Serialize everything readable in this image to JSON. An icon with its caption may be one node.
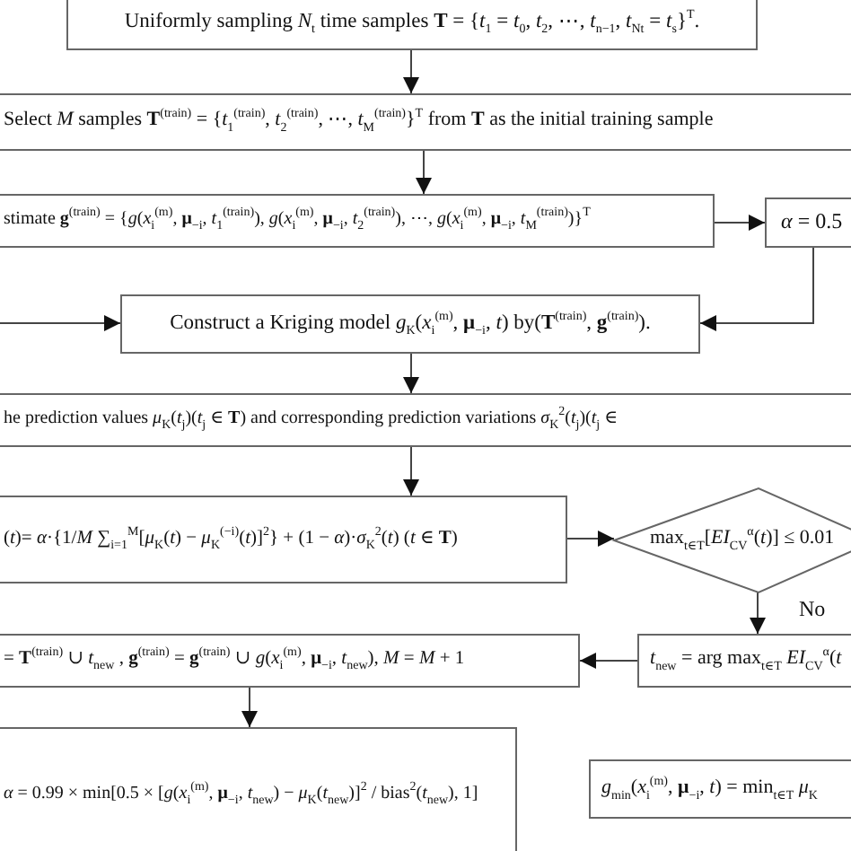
{
  "diagram": {
    "nodes": [
      {
        "text": [
          "Uniformly sampling *N*$_{t}$ time samples **T** = {*t*$_{1}$ = *t*$_{0}$, *t*$_{2}$, ⋯, *t*$_{n−1}$, *t*$_{Nt}$ = *t*$_{s}$}$^{T}$."
        ]
      },
      {
        "text": [
          "Select *M* samples **T**$^{(train)}$ = {*t*$_{1}$$^{(train)}$, *t*$_{2}$$^{(train)}$, ⋯, *t*$_{M}$$^{(train)}$}$^{T}$ from **T** as the initial training sample"
        ]
      },
      {
        "text": [
          "stimate **g**$^{(train)}$ = {*g*(*x*$_{i}$$^{(m)}$, **μ**$_{−i}$, *t*$_{1}$$^{(train)}$), *g*(*x*$_{i}$$^{(m)}$, **μ**$_{−i}$, *t*$_{2}$$^{(train)}$), ⋯, *g*(*x*$_{i}$$^{(m)}$, **μ**$_{−i}$, *t*$_{M}$$^{(train)}$)}$^{T}$"
        ]
      },
      {
        "text": [
          "*α* = 0.5"
        ]
      },
      {
        "text": [
          "Construct a Kriging model *g*$_{K}$(*x*$_{i}$$^{(m)}$, **μ**$_{−i}$, *t*) by(**T**$^{(train)}$, **g**$^{(train)}$)."
        ]
      },
      {
        "text": [
          "he prediction values *μ*$_{K}$(*t*$_{j}$)(*t*$_{j}$ ∈ **T**) and corresponding prediction variations *σ*$_{K}$$^{2}$(*t*$_{j}$)(*t*$_{j}$ ∈"
        ]
      },
      {
        "text": [
          "(*t*)= *α*·{1/*M* ∑$_{i=1}$$^{M}$[*μ*$_{K}$(*t*) − *μ*$_{K}$$^{(−i)}$(*t*)]$^{2}$} + (1 − *α*)·*σ*$_{K}$$^{2}$(*t*) (*t* ∈ **T**)"
        ]
      },
      {
        "text": [
          "max$_{t∈T}$[*EI*$_{CV}$$^{α}$(*t*)] ≤ 0.01"
        ]
      },
      {
        "text": [
          "*t*$_{new}$ = arg max$_{t∈T}$ *EI*$_{CV}$$^{α}$(*t*"
        ]
      },
      {
        "text": [
          "= **T**$^{(train)}$ ∪ *t*$_{new}$ , **g**$^{(train)}$ = **g**$^{(train)}$ ∪ *g*(*x*$_{i}$$^{(m)}$, **μ**$_{−i}$, *t*$_{new}$), *M* = *M* + 1"
        ]
      },
      {
        "text": [
          "*α* = 0.99 × min[0.5 × [*g*(*x*$_{i}$$^{(m)}$, **μ**$_{−i}$, *t*$_{new}$) − *μ*$_{K}$(*t*$_{new}$)]$^{2}$ / bias$^{2}$(*t*$_{new}$), 1]"
        ]
      },
      {
        "text": [
          "*g*$_{min}$(*x*$_{i}$$^{(m)}$, **μ**$_{−i}$, *t*) = min$_{t∈T}$ *μ*$_{K}$"
        ]
      }
    ],
    "edges": [
      {
        "from": 0,
        "to": 1,
        "arrow": "to"
      },
      {
        "from": 1,
        "to": 2,
        "arrow": "to"
      },
      {
        "from": 2,
        "to": 3,
        "arrow": "to"
      },
      {
        "from": 3,
        "to": 4,
        "arrow": "to"
      },
      {
        "from": null,
        "to": 4,
        "arrow": "to"
      },
      {
        "from": 4,
        "to": 5,
        "arrow": "to"
      },
      {
        "from": 5,
        "to": 6,
        "arrow": "to"
      },
      {
        "from": 6,
        "to": 7,
        "arrow": "to"
      },
      {
        "from": 7,
        "to": 8,
        "arrow": "to",
        "label": "No"
      },
      {
        "from": 8,
        "to": 9,
        "arrow": "to"
      },
      {
        "from": 9,
        "to": 10,
        "arrow": "to"
      }
    ]
  }
}
